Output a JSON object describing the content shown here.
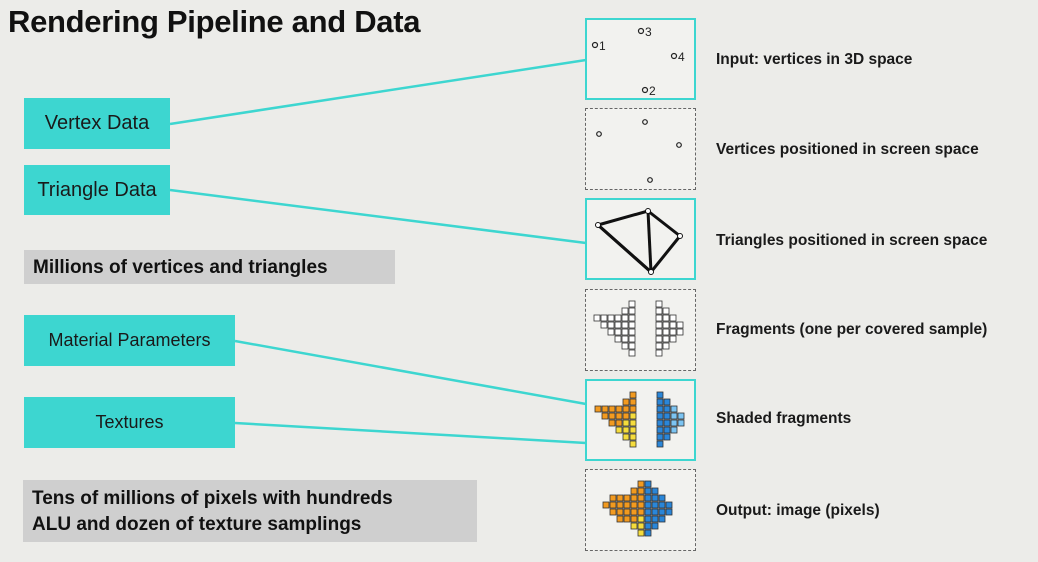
{
  "title": "Rendering Pipeline and Data",
  "inputs": {
    "vertex_data": "Vertex Data",
    "triangle_data": "Triangle Data",
    "material_parameters": "Material Parameters",
    "textures": "Textures"
  },
  "notes": {
    "geometry": "Millions of vertices and triangles",
    "pixels_line1": "Tens of millions of pixels with hundreds",
    "pixels_line2": "ALU and dozen of texture samplings"
  },
  "vertex_numbers": [
    "1",
    "2",
    "3",
    "4"
  ],
  "stages": [
    "Input: vertices in 3D space",
    "Vertices positioned in screen space",
    "Triangles positioned in screen space",
    "Fragments (one per covered sample)",
    "Shaded fragments",
    "Output: image (pixels)"
  ],
  "colors": {
    "accent": "#3dd6d0",
    "note_background": "#cfcfcf",
    "orange": "#f29a1f",
    "blue": "#2a86d8",
    "yellow": "#f5dc3c"
  }
}
